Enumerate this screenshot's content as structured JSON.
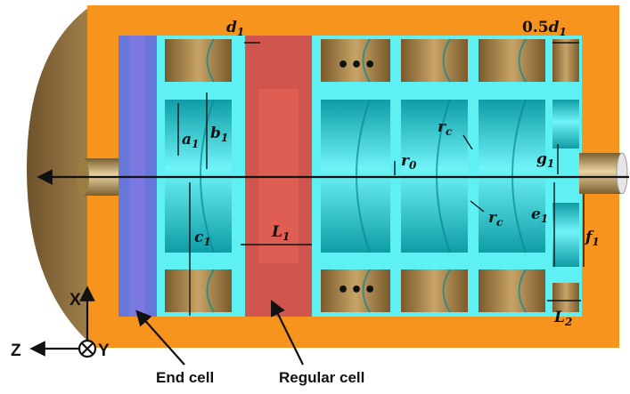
{
  "labels": {
    "d1": {
      "main": "d",
      "sub": "1"
    },
    "half_d1": {
      "prefix": "0.5",
      "main": "d",
      "sub": "1"
    },
    "a1": {
      "main": "a",
      "sub": "1"
    },
    "b1": {
      "main": "b",
      "sub": "1"
    },
    "c1": {
      "main": "c",
      "sub": "1"
    },
    "L1": {
      "main": "L",
      "sub": "1"
    },
    "r0": {
      "main": "r",
      "sub": "0"
    },
    "rc_top": {
      "main": "r",
      "sub": "c"
    },
    "rc_bottom": {
      "main": "r",
      "sub": "c"
    },
    "g1": {
      "main": "g",
      "sub": "1"
    },
    "e1": {
      "main": "e",
      "sub": "1"
    },
    "f1": {
      "main": "f",
      "sub": "1"
    },
    "L2": {
      "main": "L",
      "sub": "2"
    }
  },
  "ellipsis": "•••",
  "captions": {
    "end_cell": "End cell",
    "regular_cell": "Regular cell"
  },
  "axes": {
    "x": "X",
    "y": "Y",
    "z": "Z"
  },
  "colors": {
    "outer_body": "#f7941d",
    "outer_cap": "#8b6a3a",
    "cavity": "#22d0dc",
    "cavity_shade": "#0f9ca6",
    "web": "#5ff0f4",
    "end_cell": "#6a4dd0",
    "regular_cell": "#e8322a",
    "beam_pipe": "#b89a58"
  }
}
